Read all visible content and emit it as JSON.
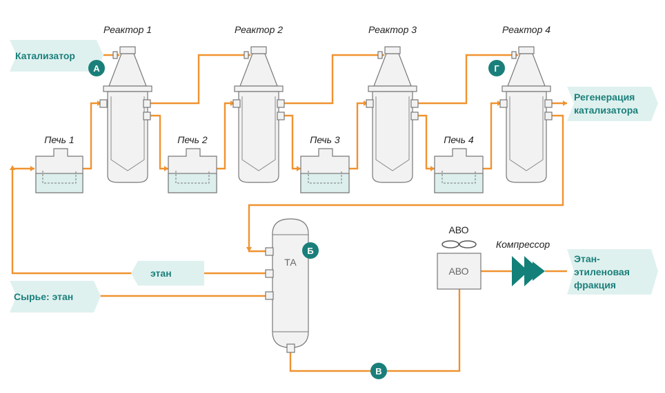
{
  "colors": {
    "pipe": "#f0922f",
    "tag_fill": "#dff1ef",
    "tag_text": "#1a7f7a",
    "badge": "#1a7f7a",
    "equipment_fill": "#f2f2f2",
    "equipment_stroke": "#777777",
    "compressor": "#13807a"
  },
  "reactors": [
    "Реактор 1",
    "Реактор 2",
    "Реактор 3",
    "Реактор 4"
  ],
  "furnaces": [
    "Печь 1",
    "Печь 2",
    "Печь 3",
    "Печь 4"
  ],
  "streams": {
    "catalyst": "Катализатор",
    "regeneration_line1": "Регенерация",
    "regeneration_line2": "катализатора",
    "ethane": "этан",
    "feed": "Сырье: этан",
    "product_line1": "Этан-",
    "product_line2": "этиленовая",
    "product_line3": "фракция"
  },
  "equipment": {
    "heat_exchanger": "ТА",
    "air_cooler_title": "АВО",
    "air_cooler_box": "АВО",
    "compressor": "Компрессор"
  },
  "badges": {
    "a": "А",
    "b": "Б",
    "v": "В",
    "g": "Г"
  },
  "icons": [
    "fan-icon",
    "compressor-icon"
  ]
}
